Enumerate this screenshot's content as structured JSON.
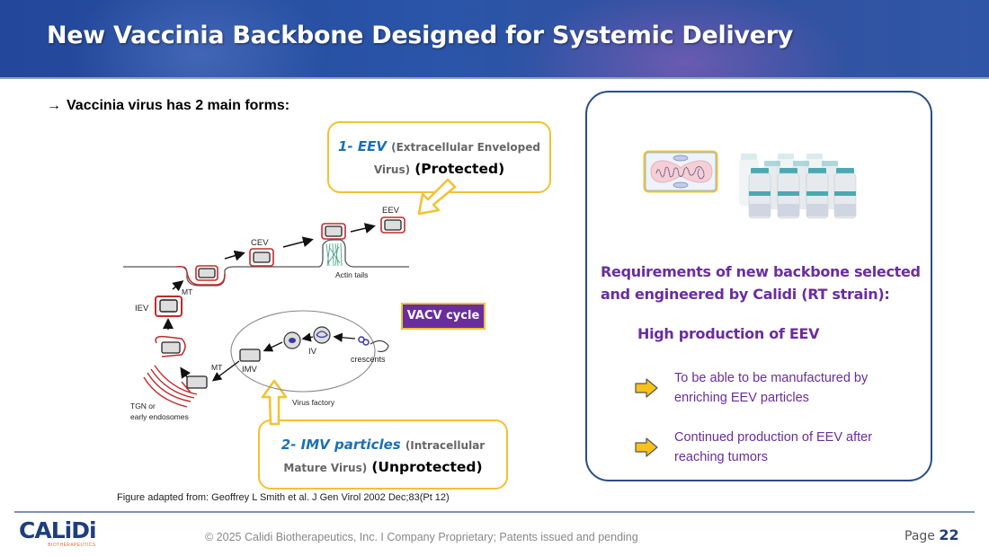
{
  "header": {
    "title": "New Vaccinia Backbone Designed for Systemic Delivery"
  },
  "intro": {
    "arrow": "→",
    "text": "Vaccinia virus has 2 main forms:"
  },
  "callouts": {
    "eev": {
      "label": "1- EEV",
      "description_a": "(Extracellular Enveloped",
      "description_b": "Virus)",
      "status": "(Protected)"
    },
    "imv": {
      "label": "2- IMV particles",
      "description_a": "(Intracellular",
      "description_b": "Mature Virus)",
      "status": "(Unprotected)"
    }
  },
  "diagram": {
    "labels": {
      "eev": "EEV",
      "cev": "CEV",
      "actin": "Actin tails",
      "mt1": "MT",
      "iev": "IEV",
      "iv": "IV",
      "crescents": "crescents",
      "mt2": "MT",
      "imv": "IMV",
      "tgn1": "TGN or",
      "tgn2": "early endosomes",
      "factory": "Virus factory"
    },
    "badge": "VACV cycle"
  },
  "caption": "Figure adapted from: Geoffrey L Smith et al. J Gen Virol 2002 Dec;83(Pt 12)",
  "panel": {
    "requirements_line1": "Requirements of new backbone selected",
    "requirements_line2": "and engineered by Calidi (RT strain):",
    "highlight": "High production of EEV",
    "bullets": [
      {
        "line1": "To be able to be manufactured by",
        "line2": "enriching EEV particles"
      },
      {
        "line1": "Continued production of EEV after",
        "line2": "reaching tumors"
      }
    ],
    "colors": {
      "accent": "#6a2d9e",
      "border": "#2a4d84",
      "highlight": "#f2c230"
    }
  },
  "footer": {
    "logo_text": "CALiDi",
    "logo_sub": "BIOTHERAPEUTICS",
    "copyright": "© 2025 Calidi Biotherapeutics, Inc. I  Company Proprietary; Patents issued and pending",
    "page_label": "Page",
    "page_number": "22"
  }
}
